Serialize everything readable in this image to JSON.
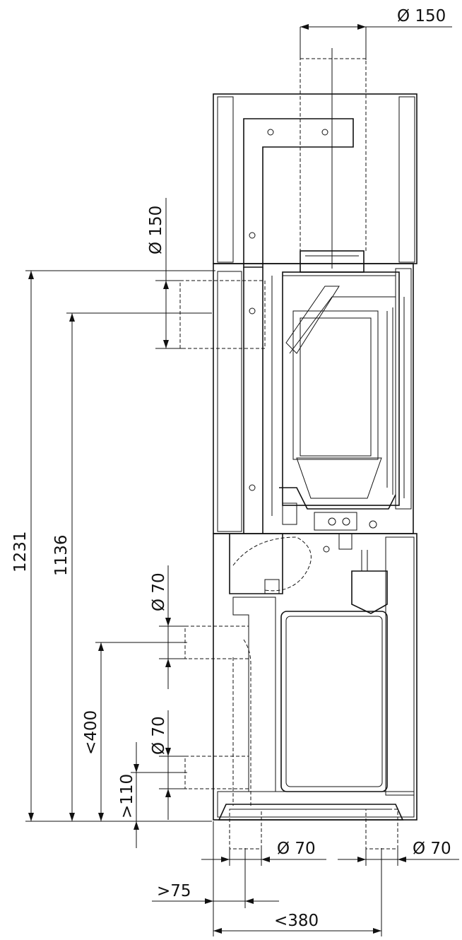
{
  "dimensions": {
    "top_flue_diameter": "Ø 150",
    "rear_flue_diameter": "Ø 150",
    "total_height": "1231",
    "rear_flue_height": "1136",
    "air_inlet_upper_diameter": "Ø 70",
    "air_inlet_upper_height": "<400",
    "air_inlet_lower_diameter": "Ø 70",
    "air_inlet_lower_height": ">110",
    "bottom_inlet_left_diameter": "Ø 70",
    "bottom_inlet_right_diameter": "Ø 70",
    "wall_offset": ">75",
    "depth": "<380"
  }
}
